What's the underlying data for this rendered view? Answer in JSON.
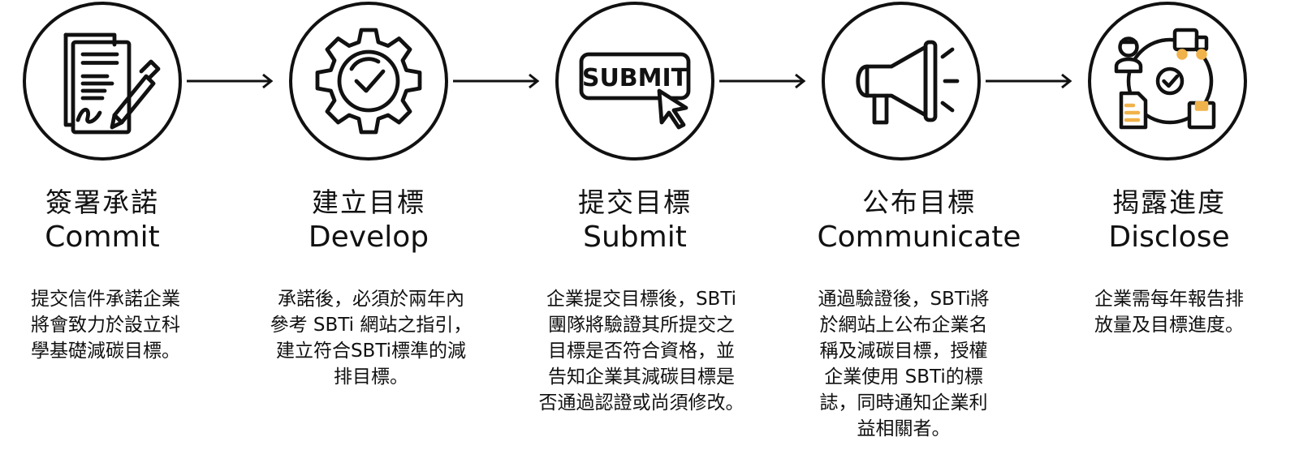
{
  "steps": [
    {
      "zh": "簽署承諾",
      "en": "Commit",
      "desc": "提交信件承諾企業\n將會致力於設立科\n學基礎減碳目標。"
    },
    {
      "zh": "建立目標",
      "en": "Develop",
      "desc": "承諾後，必須於兩年內\n參考 SBTi 網站之指引，\n建立符合SBTi標準的減\n排目標。"
    },
    {
      "zh": "提交目標",
      "en": "Submit",
      "desc": "企業提交目標後，SBTi\n團隊將驗證其所提交之\n目標是否符合資格，並\n告知企業其減碳目標是\n否通過認證或尚須修改。",
      "icon_text": "SUBMIT"
    },
    {
      "zh": "公布目標",
      "en": "Communicate",
      "desc": "通過驗證後，SBTi將\n於網站上公布企業名\n稱及減碳目標，授權\n企業使用 SBTi的標\n誌，同時通知企業利\n益相關者。"
    },
    {
      "zh": "揭露進度",
      "en": "Disclose",
      "desc": "企業需每年報告排\n放量及目標進度。"
    }
  ],
  "colors": {
    "stroke": "#111111",
    "accent": "#f0b24a"
  }
}
